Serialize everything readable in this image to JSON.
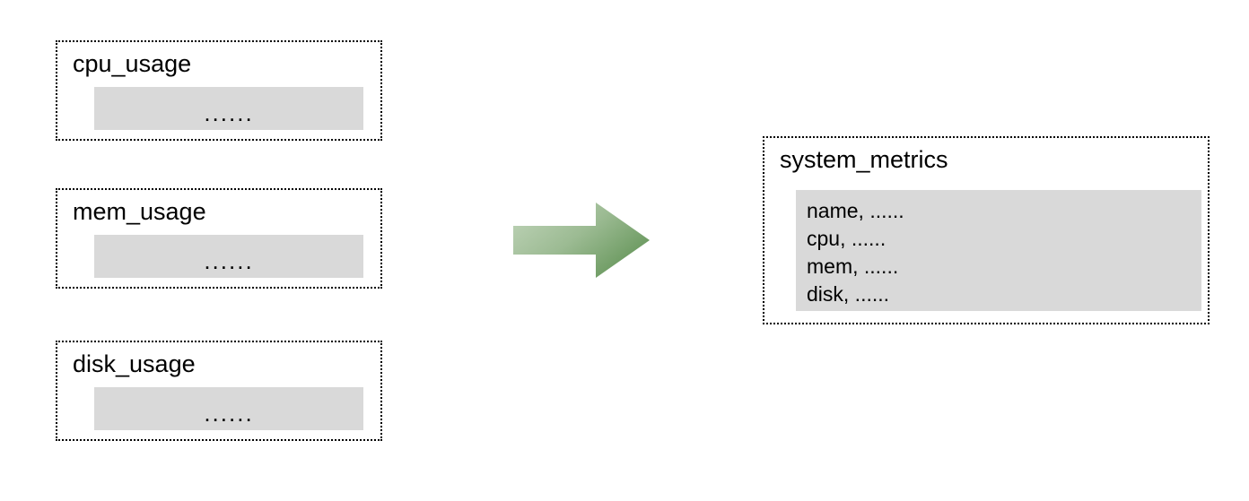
{
  "diagram": {
    "type": "data-merge-flow",
    "background_color": "#ffffff",
    "source_boxes": [
      {
        "title": "cpu_usage",
        "payload_ellipsis": "......",
        "payload_color": "#d9d9d9",
        "border_style": "dotted",
        "border_color": "#000000"
      },
      {
        "title": "mem_usage",
        "payload_ellipsis": "......",
        "payload_color": "#d9d9d9",
        "border_style": "dotted",
        "border_color": "#000000"
      },
      {
        "title": "disk_usage",
        "payload_ellipsis": "......",
        "payload_color": "#d9d9d9",
        "border_style": "dotted",
        "border_color": "#000000"
      }
    ],
    "arrow": {
      "icon": "arrow-right-icon",
      "direction": "right",
      "gradient_start_color": "#b2cbab",
      "gradient_end_color": "#5f9153"
    },
    "target_box": {
      "title": "system_metrics",
      "payload_color": "#d9d9d9",
      "border_style": "dotted",
      "border_color": "#000000",
      "rows": [
        "name, ......",
        "cpu, ......",
        "mem, ......",
        "disk, ......"
      ]
    }
  }
}
